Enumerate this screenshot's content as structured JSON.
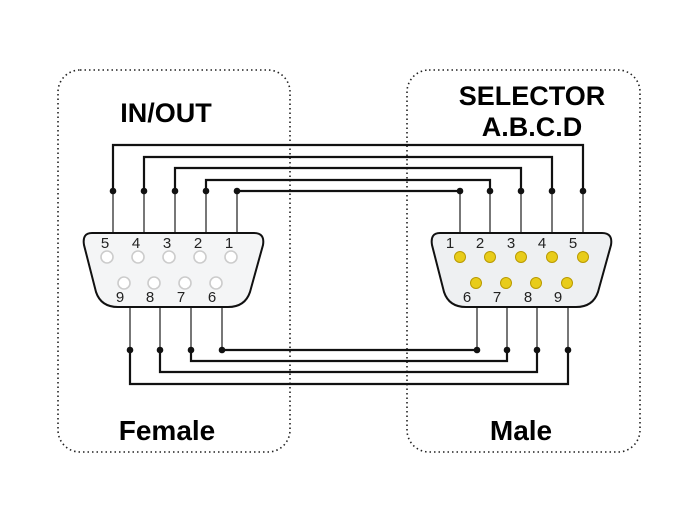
{
  "left": {
    "title": "IN/OUT",
    "label": "Female",
    "pins_top": [
      "5",
      "4",
      "3",
      "2",
      "1"
    ],
    "pins_bottom": [
      "9",
      "8",
      "7",
      "6"
    ]
  },
  "right": {
    "title_line1": "SELECTOR",
    "title_line2": "A.B.C.D",
    "label": "Male",
    "pins_top": [
      "1",
      "2",
      "3",
      "4",
      "5"
    ],
    "pins_bottom": [
      "6",
      "7",
      "8",
      "9"
    ]
  },
  "colors": {
    "wire": "#111111",
    "pin_wire": "#555555",
    "male_pin": "#e8cc1a",
    "female_pin": "#cccccc",
    "shell_fill": "#eef0f2"
  }
}
